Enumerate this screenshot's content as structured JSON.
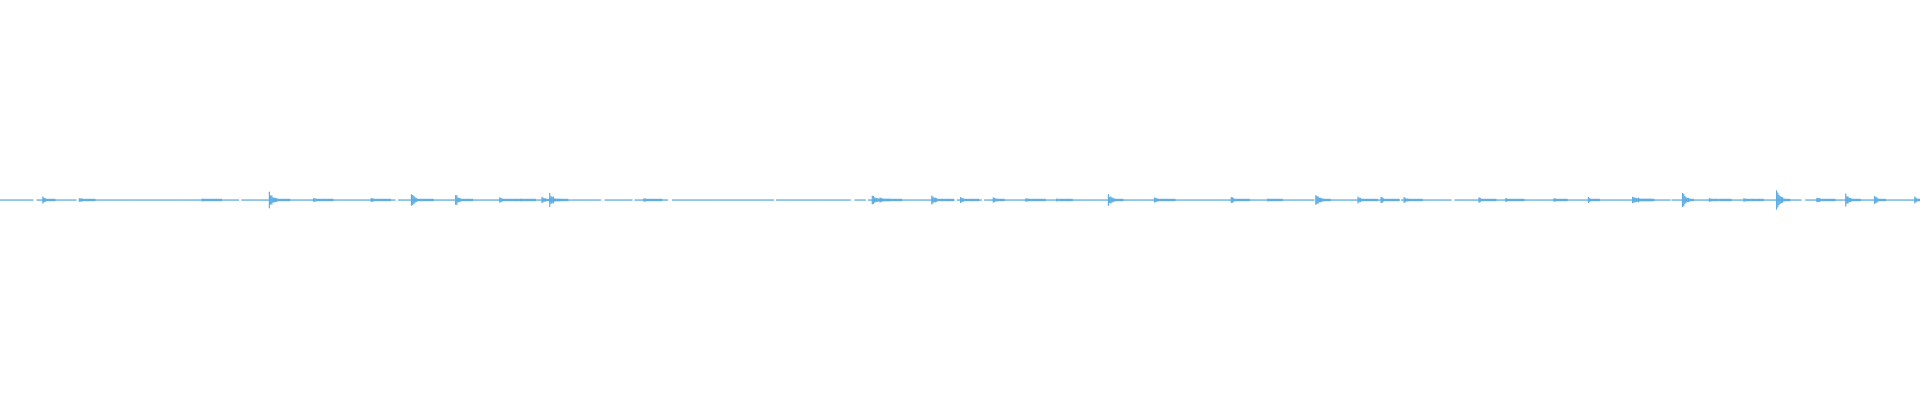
{
  "chart_data": {
    "type": "area",
    "title": "",
    "xlabel": "",
    "ylabel": "",
    "ylim": [
      -1,
      1
    ],
    "grid": false,
    "color": "#5DADE2",
    "background": "#FFFFFF",
    "bursts": [
      {
        "t": 0.022,
        "amp": 0.018
      },
      {
        "t": 0.041,
        "amp": 0.015
      },
      {
        "t": 0.105,
        "amp": 0.008
      },
      {
        "t": 0.14,
        "amp": 0.043
      },
      {
        "t": 0.163,
        "amp": 0.015
      },
      {
        "t": 0.193,
        "amp": 0.012
      },
      {
        "t": 0.214,
        "amp": 0.037
      },
      {
        "t": 0.237,
        "amp": 0.031
      },
      {
        "t": 0.26,
        "amp": 0.015
      },
      {
        "t": 0.271,
        "amp": 0.01
      },
      {
        "t": 0.282,
        "amp": 0.018
      },
      {
        "t": 0.286,
        "amp": 0.037
      },
      {
        "t": 0.335,
        "amp": 0.012
      },
      {
        "t": 0.454,
        "amp": 0.031
      },
      {
        "t": 0.458,
        "amp": 0.015
      },
      {
        "t": 0.485,
        "amp": 0.031
      },
      {
        "t": 0.5,
        "amp": 0.015
      },
      {
        "t": 0.517,
        "amp": 0.018
      },
      {
        "t": 0.534,
        "amp": 0.012
      },
      {
        "t": 0.55,
        "amp": 0.01
      },
      {
        "t": 0.577,
        "amp": 0.031
      },
      {
        "t": 0.601,
        "amp": 0.015
      },
      {
        "t": 0.641,
        "amp": 0.018
      },
      {
        "t": 0.66,
        "amp": 0.01
      },
      {
        "t": 0.685,
        "amp": 0.037
      },
      {
        "t": 0.707,
        "amp": 0.018
      },
      {
        "t": 0.719,
        "amp": 0.018
      },
      {
        "t": 0.731,
        "amp": 0.018
      },
      {
        "t": 0.77,
        "amp": 0.015
      },
      {
        "t": 0.784,
        "amp": 0.01
      },
      {
        "t": 0.809,
        "amp": 0.012
      },
      {
        "t": 0.827,
        "amp": 0.015
      },
      {
        "t": 0.85,
        "amp": 0.025
      },
      {
        "t": 0.853,
        "amp": 0.012
      },
      {
        "t": 0.876,
        "amp": 0.043
      },
      {
        "t": 0.89,
        "amp": 0.01
      },
      {
        "t": 0.908,
        "amp": 0.01
      },
      {
        "t": 0.925,
        "amp": 0.049
      },
      {
        "t": 0.946,
        "amp": 0.018
      },
      {
        "t": 0.961,
        "amp": 0.037
      },
      {
        "t": 0.976,
        "amp": 0.025
      },
      {
        "t": 0.997,
        "amp": 0.018
      }
    ]
  }
}
